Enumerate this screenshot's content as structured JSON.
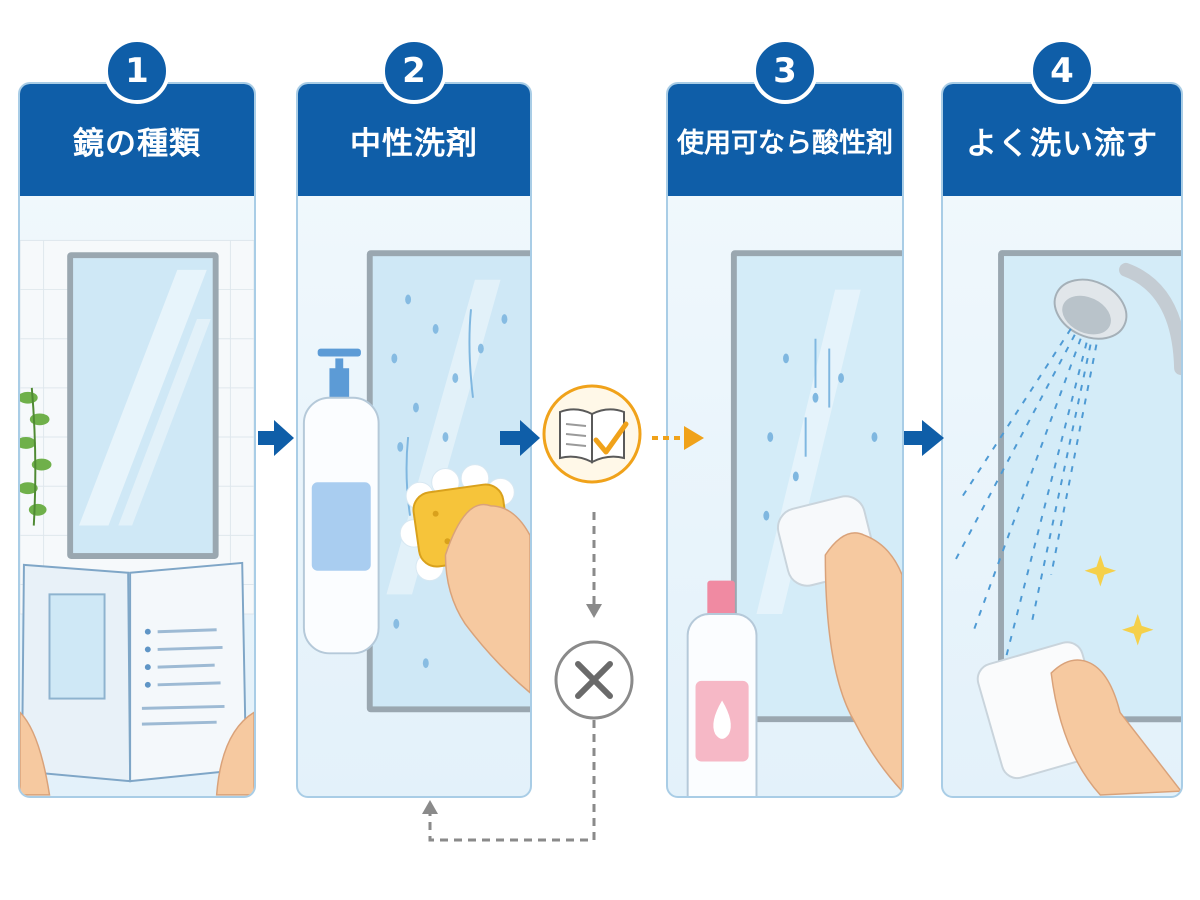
{
  "steps": [
    {
      "number": "1",
      "title": "鏡の種類"
    },
    {
      "number": "2",
      "title": "中性洗剤"
    },
    {
      "number": "3",
      "title": "使用可なら酸性剤"
    },
    {
      "number": "4",
      "title": "よく洗い流す"
    }
  ],
  "decision": {
    "check_icon": "book-check-icon",
    "reject_icon": "cross-icon"
  },
  "colors": {
    "primary": "#0f5ea8",
    "panel_border": "#a9cde6",
    "check_accent": "#f0a21a",
    "dashed_line": "#8a8a8a"
  }
}
